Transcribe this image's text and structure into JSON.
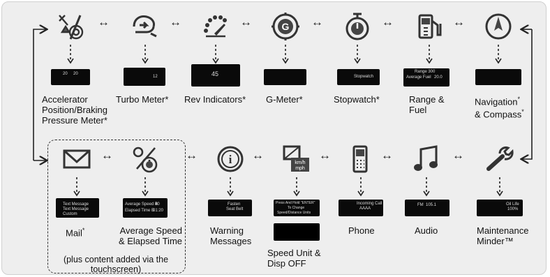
{
  "row1": {
    "accel": {
      "label_lines": [
        "Accelerator",
        "Position/Braking",
        "Pressure Meter*"
      ],
      "thumb": [
        "20",
        "20"
      ]
    },
    "turbo": {
      "label": "Turbo Meter*",
      "thumb": [
        "12"
      ]
    },
    "rev": {
      "label": "Rev Indicators*",
      "thumb": [
        "45"
      ]
    },
    "gmeter": {
      "label": "G-Meter*"
    },
    "stopwatch": {
      "label": "Stopwatch*",
      "thumb": [
        "Stopwatch"
      ]
    },
    "range": {
      "label_lines": [
        "Range &",
        "Fuel"
      ],
      "thumb": [
        "Range 300",
        "Average Fuel",
        "20.0"
      ]
    },
    "nav": {
      "label_lines": [
        "Navigation",
        "& Compass"
      ],
      "stars": [
        "*",
        "*"
      ]
    }
  },
  "row2": {
    "mail": {
      "label": "Mail",
      "star": "*",
      "thumb": [
        "Text Message",
        "Text Message",
        "Custom"
      ]
    },
    "avgspeed": {
      "label_lines": [
        "Average Speed",
        "& Elapsed Time"
      ],
      "thumb": [
        "Average Speed B",
        "40",
        "Elapsed Time B",
        "01:20"
      ]
    },
    "warning": {
      "label_lines": [
        "Warning",
        "Messages"
      ],
      "thumb": [
        "Fasten",
        "Seat Belt"
      ]
    },
    "speedunit": {
      "label_lines": [
        "Speed Unit &",
        "Disp OFF"
      ],
      "thumb": [
        "Press And Hold \"ENTER\"",
        "To Change",
        "Speed/Distance Units"
      ],
      "icon_text": [
        "km/h",
        "mph"
      ]
    },
    "phone": {
      "label": "Phone",
      "thumb": [
        "Incoming Call",
        "AAAA"
      ]
    },
    "audio": {
      "label": "Audio",
      "thumb": [
        "FM",
        "105.1"
      ]
    },
    "maint": {
      "label_lines": [
        "Maintenance",
        "Minder™"
      ],
      "thumb": [
        "Oil Life",
        "100%"
      ]
    }
  },
  "group_note": "(plus content added via the touchscreen)",
  "arrow_symbol": "↔"
}
